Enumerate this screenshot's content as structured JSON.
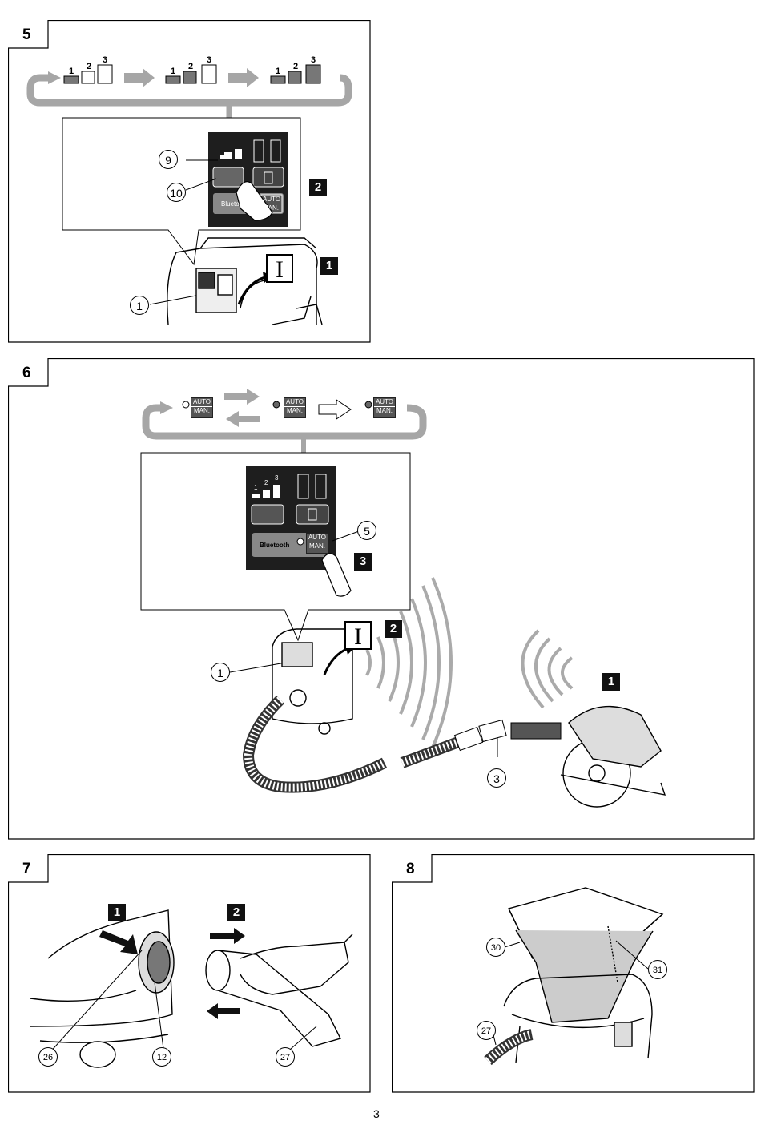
{
  "figures": [
    {
      "number": "5",
      "steps": [
        "1",
        "2"
      ],
      "callouts": [
        "9",
        "10",
        "1"
      ],
      "levels": [
        "1",
        "2",
        "3"
      ],
      "panel_labels": {
        "bluetooth": "Blueto",
        "auto": "AUTO",
        "man": "MAN."
      },
      "power_symbol": "I"
    },
    {
      "number": "6",
      "steps": [
        "3",
        "2",
        "1"
      ],
      "callouts": [
        "5",
        "1",
        "3"
      ],
      "levels": [
        "1",
        "2",
        "3"
      ],
      "panel_labels": {
        "bluetooth": "Bluetooth",
        "auto": "AUTO",
        "man": "MAN."
      },
      "power_symbol": "I"
    },
    {
      "number": "7",
      "steps": [
        "1",
        "2"
      ],
      "callouts": [
        "26",
        "12",
        "27"
      ]
    },
    {
      "number": "8",
      "callouts": [
        "30",
        "31",
        "27"
      ]
    }
  ],
  "page_number": "3",
  "colors": {
    "frame": "#000000",
    "arrow_gray": "#a6a6a6",
    "panel_dark": "#1e1e1e",
    "badge": "#111111"
  }
}
